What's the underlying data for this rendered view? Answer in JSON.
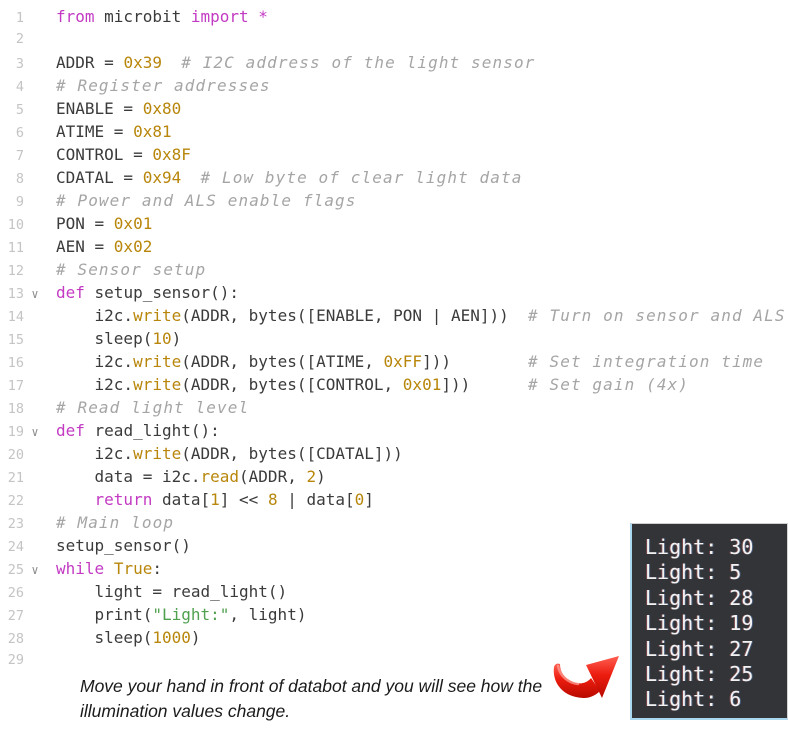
{
  "colors": {
    "keyword": "#C33AC3",
    "number": "#B8860B",
    "function": "#B8860B",
    "string": "#50A14F",
    "comment": "#A5A5A5",
    "text": "#3B3B3B",
    "line_number": "#C4C4C4",
    "console_bg": "#323437",
    "console_text": "#F2F2F2",
    "console_accent": "#A8D7EF",
    "arrow_red": "#E8281E"
  },
  "editor": {
    "fold_icon": "∨",
    "lines": [
      {
        "n": "1",
        "fold": false,
        "tokens": [
          {
            "t": "from",
            "c": "kw"
          },
          {
            "t": " microbit ",
            "c": "tx"
          },
          {
            "t": "import",
            "c": "kw"
          },
          {
            "t": " ",
            "c": "tx"
          },
          {
            "t": "*",
            "c": "kw"
          }
        ]
      },
      {
        "n": "2",
        "fold": false,
        "tokens": []
      },
      {
        "n": "3",
        "fold": false,
        "tokens": [
          {
            "t": "ADDR = ",
            "c": "tx"
          },
          {
            "t": "0x39",
            "c": "num"
          },
          {
            "t": "  ",
            "c": "tx"
          },
          {
            "t": "# I2C address of the light sensor",
            "c": "cm"
          }
        ]
      },
      {
        "n": "4",
        "fold": false,
        "tokens": [
          {
            "t": "# Register addresses",
            "c": "cm"
          }
        ]
      },
      {
        "n": "5",
        "fold": false,
        "tokens": [
          {
            "t": "ENABLE = ",
            "c": "tx"
          },
          {
            "t": "0x80",
            "c": "num"
          }
        ]
      },
      {
        "n": "6",
        "fold": false,
        "tokens": [
          {
            "t": "ATIME = ",
            "c": "tx"
          },
          {
            "t": "0x81",
            "c": "num"
          }
        ]
      },
      {
        "n": "7",
        "fold": false,
        "tokens": [
          {
            "t": "CONTROL = ",
            "c": "tx"
          },
          {
            "t": "0x8F",
            "c": "num"
          }
        ]
      },
      {
        "n": "8",
        "fold": false,
        "tokens": [
          {
            "t": "CDATAL = ",
            "c": "tx"
          },
          {
            "t": "0x94",
            "c": "num"
          },
          {
            "t": "  ",
            "c": "tx"
          },
          {
            "t": "# Low byte of clear light data",
            "c": "cm"
          }
        ]
      },
      {
        "n": "9",
        "fold": false,
        "tokens": [
          {
            "t": "# Power and ALS enable flags",
            "c": "cm"
          }
        ]
      },
      {
        "n": "10",
        "fold": false,
        "tokens": [
          {
            "t": "PON = ",
            "c": "tx"
          },
          {
            "t": "0x01",
            "c": "num"
          }
        ]
      },
      {
        "n": "11",
        "fold": false,
        "tokens": [
          {
            "t": "AEN = ",
            "c": "tx"
          },
          {
            "t": "0x02",
            "c": "num"
          }
        ]
      },
      {
        "n": "12",
        "fold": false,
        "tokens": [
          {
            "t": "# Sensor setup",
            "c": "cm"
          }
        ]
      },
      {
        "n": "13",
        "fold": true,
        "tokens": [
          {
            "t": "def",
            "c": "kw"
          },
          {
            "t": " setup_sensor():",
            "c": "tx"
          }
        ]
      },
      {
        "n": "14",
        "fold": false,
        "tokens": [
          {
            "t": "    i2c.",
            "c": "tx"
          },
          {
            "t": "write",
            "c": "fn"
          },
          {
            "t": "(ADDR, bytes([ENABLE, PON | AEN]))  ",
            "c": "tx"
          },
          {
            "t": "# Turn on sensor and ALS",
            "c": "cm"
          }
        ]
      },
      {
        "n": "15",
        "fold": false,
        "tokens": [
          {
            "t": "    sleep(",
            "c": "tx"
          },
          {
            "t": "10",
            "c": "num"
          },
          {
            "t": ")",
            "c": "tx"
          }
        ]
      },
      {
        "n": "16",
        "fold": false,
        "tokens": [
          {
            "t": "    i2c.",
            "c": "tx"
          },
          {
            "t": "write",
            "c": "fn"
          },
          {
            "t": "(ADDR, bytes([ATIME, ",
            "c": "tx"
          },
          {
            "t": "0xFF",
            "c": "num"
          },
          {
            "t": "]))        ",
            "c": "tx"
          },
          {
            "t": "# Set integration time",
            "c": "cm"
          }
        ]
      },
      {
        "n": "17",
        "fold": false,
        "tokens": [
          {
            "t": "    i2c.",
            "c": "tx"
          },
          {
            "t": "write",
            "c": "fn"
          },
          {
            "t": "(ADDR, bytes([CONTROL, ",
            "c": "tx"
          },
          {
            "t": "0x01",
            "c": "num"
          },
          {
            "t": "]))      ",
            "c": "tx"
          },
          {
            "t": "# Set gain (4x)",
            "c": "cm"
          }
        ]
      },
      {
        "n": "18",
        "fold": false,
        "tokens": [
          {
            "t": "# Read light level",
            "c": "cm"
          }
        ]
      },
      {
        "n": "19",
        "fold": true,
        "tokens": [
          {
            "t": "def",
            "c": "kw"
          },
          {
            "t": " read_light():",
            "c": "tx"
          }
        ]
      },
      {
        "n": "20",
        "fold": false,
        "tokens": [
          {
            "t": "    i2c.",
            "c": "tx"
          },
          {
            "t": "write",
            "c": "fn"
          },
          {
            "t": "(ADDR, bytes([CDATAL]))",
            "c": "tx"
          }
        ]
      },
      {
        "n": "21",
        "fold": false,
        "tokens": [
          {
            "t": "    data = i2c.",
            "c": "tx"
          },
          {
            "t": "read",
            "c": "fn"
          },
          {
            "t": "(ADDR, ",
            "c": "tx"
          },
          {
            "t": "2",
            "c": "num"
          },
          {
            "t": ")",
            "c": "tx"
          }
        ]
      },
      {
        "n": "22",
        "fold": false,
        "tokens": [
          {
            "t": "    ",
            "c": "tx"
          },
          {
            "t": "return",
            "c": "kw"
          },
          {
            "t": " data[",
            "c": "tx"
          },
          {
            "t": "1",
            "c": "num"
          },
          {
            "t": "] << ",
            "c": "tx"
          },
          {
            "t": "8",
            "c": "num"
          },
          {
            "t": " | data[",
            "c": "tx"
          },
          {
            "t": "0",
            "c": "num"
          },
          {
            "t": "]",
            "c": "tx"
          }
        ]
      },
      {
        "n": "23",
        "fold": false,
        "tokens": [
          {
            "t": "# Main loop",
            "c": "cm"
          }
        ]
      },
      {
        "n": "24",
        "fold": false,
        "tokens": [
          {
            "t": "setup_sensor()",
            "c": "tx"
          }
        ]
      },
      {
        "n": "25",
        "fold": true,
        "tokens": [
          {
            "t": "while",
            "c": "kw"
          },
          {
            "t": " ",
            "c": "tx"
          },
          {
            "t": "True",
            "c": "num"
          },
          {
            "t": ":",
            "c": "tx"
          }
        ]
      },
      {
        "n": "26",
        "fold": false,
        "tokens": [
          {
            "t": "    light = read_light()",
            "c": "tx"
          }
        ]
      },
      {
        "n": "27",
        "fold": false,
        "tokens": [
          {
            "t": "    print(",
            "c": "tx"
          },
          {
            "t": "\"Light:\"",
            "c": "str"
          },
          {
            "t": ", light)",
            "c": "tx"
          }
        ]
      },
      {
        "n": "28",
        "fold": false,
        "tokens": [
          {
            "t": "    sleep(",
            "c": "tx"
          },
          {
            "t": "1000",
            "c": "num"
          },
          {
            "t": ")",
            "c": "tx"
          }
        ]
      },
      {
        "n": "29",
        "fold": false,
        "tokens": []
      }
    ]
  },
  "console": {
    "lines": [
      "Light: 30",
      "Light: 5",
      "Light: 28",
      "Light: 19",
      "Light: 27",
      "Light: 25",
      "Light: 6"
    ]
  },
  "caption": {
    "text": "Move your hand in front of databot and you will see how the illumination values change."
  }
}
